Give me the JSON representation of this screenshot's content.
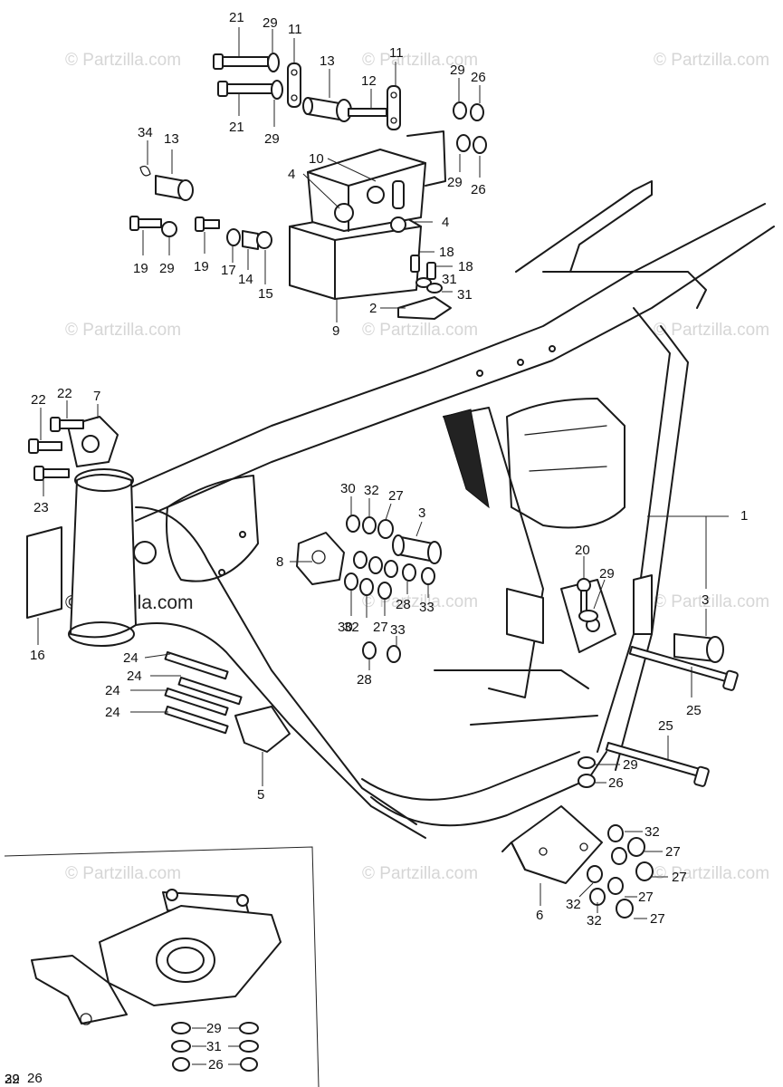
{
  "diagram": {
    "watermarks": {
      "light_text": "© Partzilla.com",
      "dark_text": "© Partzilla.com"
    },
    "callouts": [
      "1",
      "2",
      "3",
      "3",
      "4",
      "4",
      "5",
      "6",
      "7",
      "8",
      "9",
      "10",
      "11",
      "11",
      "12",
      "13",
      "13",
      "14",
      "15",
      "16",
      "17",
      "18",
      "18",
      "19",
      "19",
      "20",
      "21",
      "21",
      "22",
      "22",
      "23",
      "24",
      "24",
      "24",
      "24",
      "25",
      "25",
      "26",
      "26",
      "26",
      "26",
      "26",
      "27",
      "27",
      "27",
      "27",
      "27",
      "27",
      "28",
      "28",
      "29",
      "29",
      "29",
      "29",
      "29",
      "29",
      "29",
      "29",
      "29",
      "30",
      "30",
      "31",
      "31",
      "31",
      "32",
      "32",
      "32",
      "32",
      "32",
      "32",
      "33",
      "33",
      "34"
    ],
    "colors": {
      "ink": "#1a1a1a",
      "watermark": "#d6d6d6",
      "background": "#ffffff"
    }
  }
}
